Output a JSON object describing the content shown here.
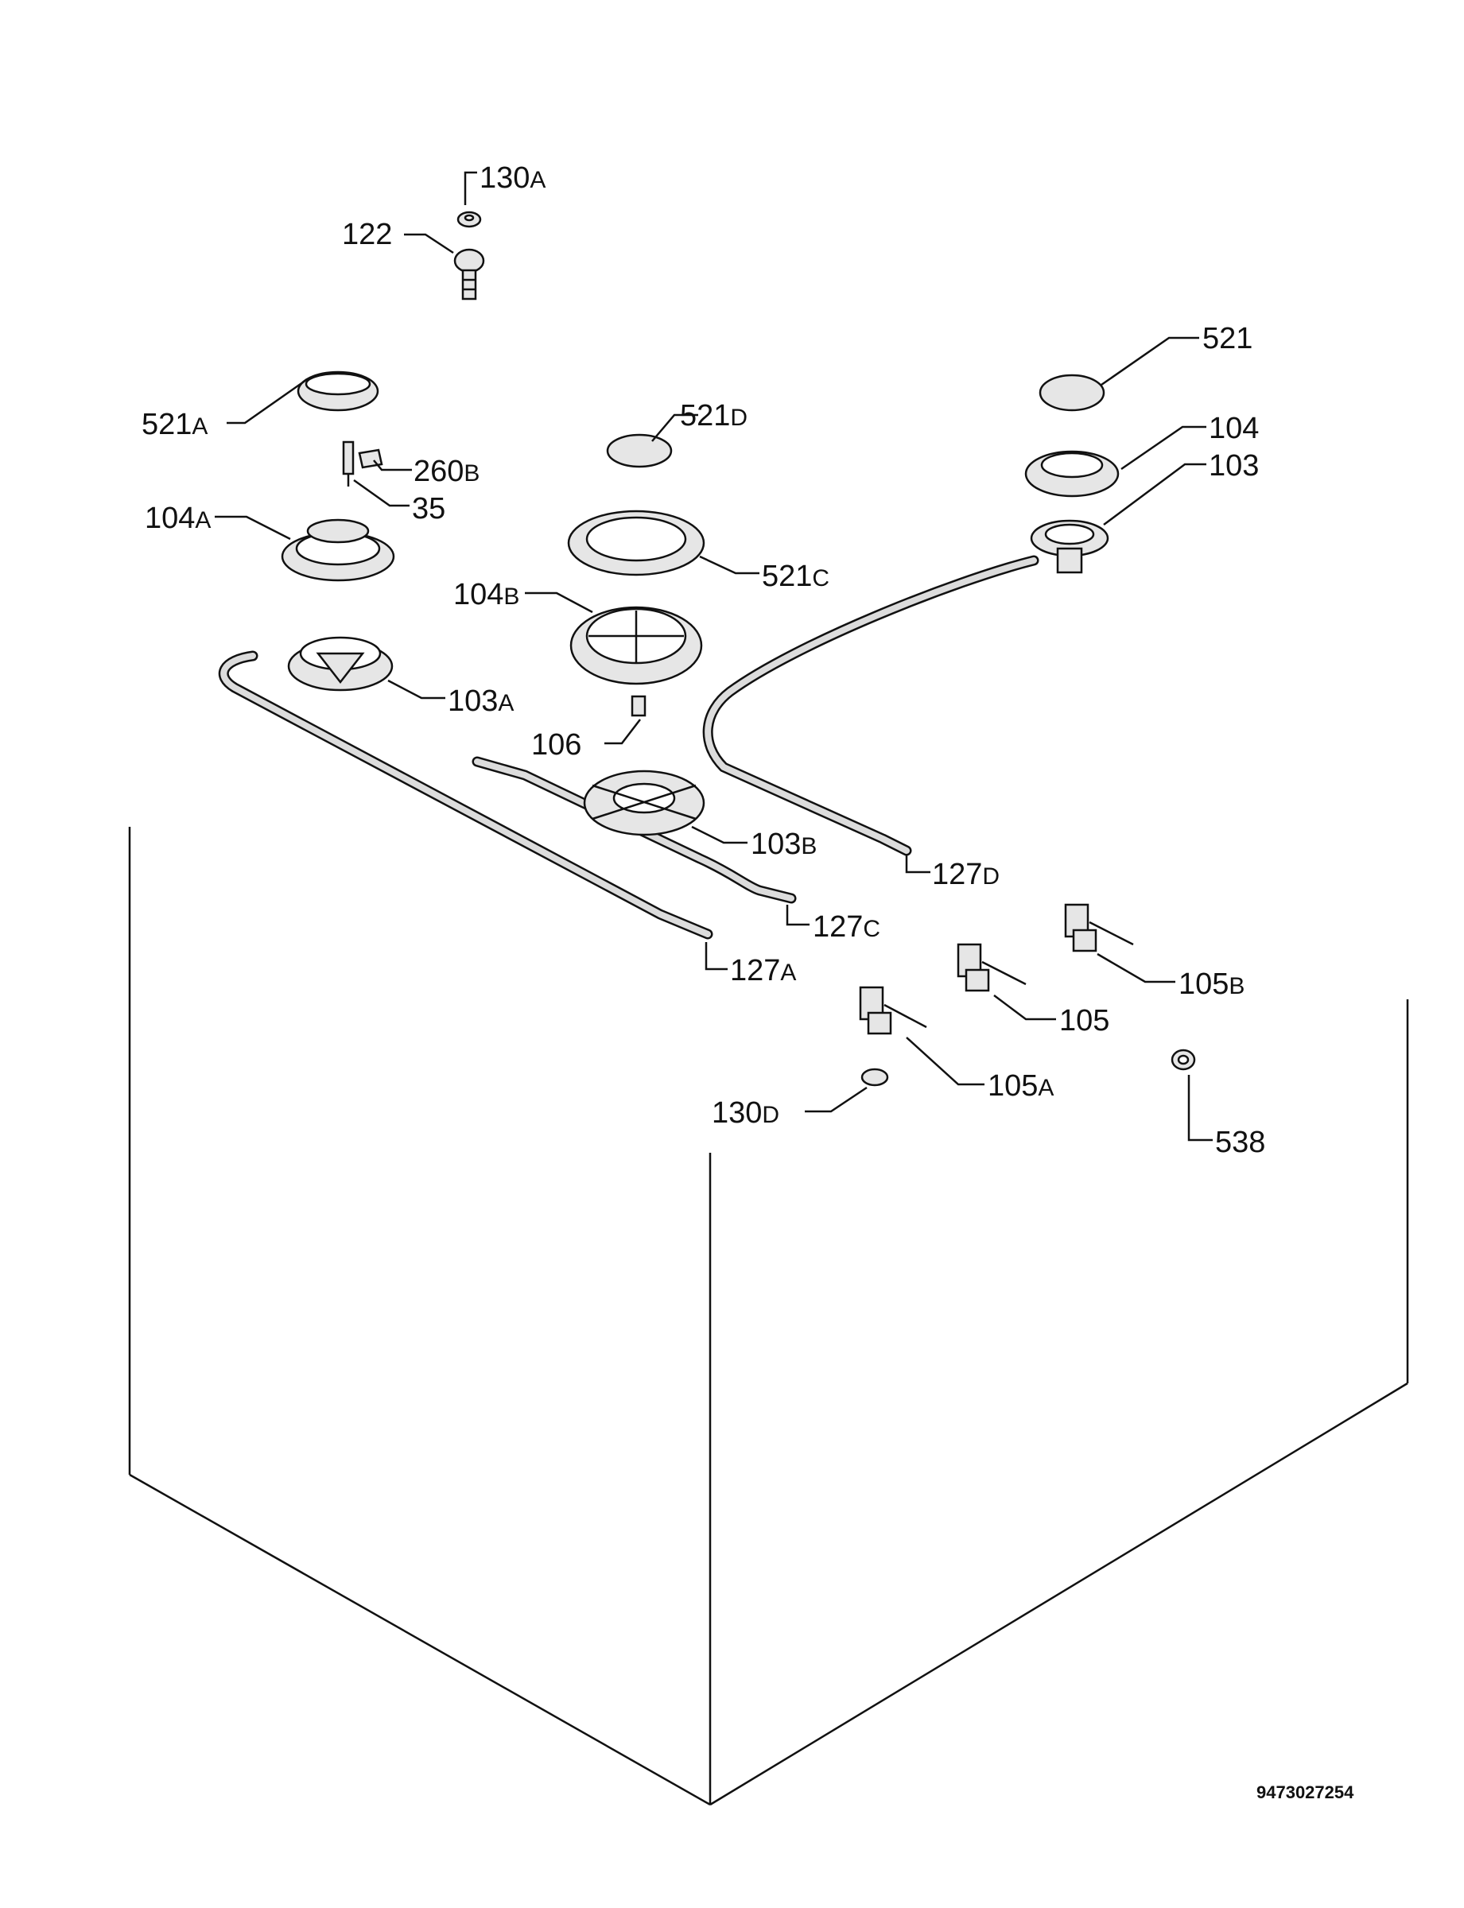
{
  "diagram": {
    "drawing_number": "9473027254",
    "labels": [
      {
        "id": "130A",
        "num": "130",
        "suffix": "A"
      },
      {
        "id": "122",
        "num": "122",
        "suffix": ""
      },
      {
        "id": "521",
        "num": "521",
        "suffix": ""
      },
      {
        "id": "521A",
        "num": "521",
        "suffix": "A"
      },
      {
        "id": "521D",
        "num": "521",
        "suffix": "D"
      },
      {
        "id": "104",
        "num": "104",
        "suffix": ""
      },
      {
        "id": "103",
        "num": "103",
        "suffix": ""
      },
      {
        "id": "260B",
        "num": "260",
        "suffix": "B"
      },
      {
        "id": "35",
        "num": "35",
        "suffix": ""
      },
      {
        "id": "104A",
        "num": "104",
        "suffix": "A"
      },
      {
        "id": "521C",
        "num": "521",
        "suffix": "C"
      },
      {
        "id": "104B",
        "num": "104",
        "suffix": "B"
      },
      {
        "id": "103A",
        "num": "103",
        "suffix": "A"
      },
      {
        "id": "106",
        "num": "106",
        "suffix": ""
      },
      {
        "id": "103B",
        "num": "103",
        "suffix": "B"
      },
      {
        "id": "127D",
        "num": "127",
        "suffix": "D"
      },
      {
        "id": "127C",
        "num": "127",
        "suffix": "C"
      },
      {
        "id": "127A",
        "num": "127",
        "suffix": "A"
      },
      {
        "id": "105B",
        "num": "105",
        "suffix": "B"
      },
      {
        "id": "105",
        "num": "105",
        "suffix": ""
      },
      {
        "id": "105A",
        "num": "105",
        "suffix": "A"
      },
      {
        "id": "130D",
        "num": "130",
        "suffix": "D"
      },
      {
        "id": "538",
        "num": "538",
        "suffix": ""
      }
    ]
  }
}
